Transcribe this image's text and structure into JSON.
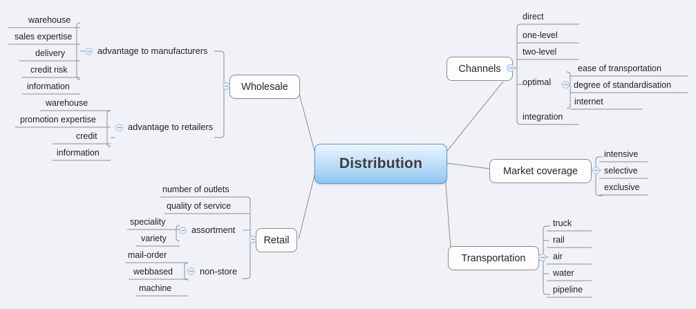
{
  "diagram": {
    "type": "mind-map",
    "title": "Distribution",
    "background_color": "#f1f2f7",
    "root_accent_color": "#8cc4ef",
    "root_border_color": "#5b9bd5",
    "node_border_color": "#8a8a8a",
    "connector_color": "#8c8c8c",
    "toggle_color": "#a8c6e2"
  },
  "root": {
    "label": "Distribution"
  },
  "branches": {
    "wholesale": {
      "label": "Wholesale",
      "children": [
        {
          "label": "advantage to manufacturers",
          "children": [
            "warehouse",
            "sales expertise",
            "delivery",
            "credit risk",
            "information"
          ]
        },
        {
          "label": "advantage to retailers",
          "children": [
            "warehouse",
            "promotion expertise",
            "credit",
            "information"
          ]
        }
      ]
    },
    "retail": {
      "label": "Retail",
      "children": [
        {
          "label": "number of outlets",
          "children": []
        },
        {
          "label": "quality of service",
          "children": []
        },
        {
          "label": "assortment",
          "children": [
            "speciality",
            "variety"
          ]
        },
        {
          "label": "non-store",
          "children": [
            "mail-order",
            "webbased",
            "machine"
          ]
        }
      ]
    },
    "channels": {
      "label": "Channels",
      "children": [
        {
          "label": "direct",
          "children": []
        },
        {
          "label": "one-level",
          "children": []
        },
        {
          "label": "two-level",
          "children": []
        },
        {
          "label": "optimal",
          "children": [
            "ease of transportation",
            "degree of standardisation",
            "internet"
          ]
        },
        {
          "label": "integration",
          "children": []
        }
      ]
    },
    "market_coverage": {
      "label": "Market coverage",
      "children": [
        {
          "label": "intensive",
          "children": []
        },
        {
          "label": "selective",
          "children": []
        },
        {
          "label": "exclusive",
          "children": []
        }
      ]
    },
    "transportation": {
      "label": "Transportation",
      "children": [
        {
          "label": "truck",
          "children": []
        },
        {
          "label": "rail",
          "children": []
        },
        {
          "label": "air",
          "children": []
        },
        {
          "label": "water",
          "children": []
        },
        {
          "label": "pipeline",
          "children": []
        }
      ]
    }
  }
}
